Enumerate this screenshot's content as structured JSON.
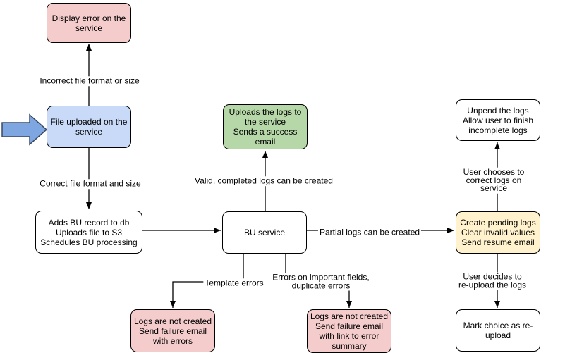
{
  "colors": {
    "pink": "#F4CCCC",
    "blue": "#C9DAF8",
    "green": "#B6D7A8",
    "yellow": "#FFF2CC",
    "white": "#FFFFFF",
    "stroke": "#000000",
    "arrow_fill": "#7EA6E0",
    "arrow_stroke": "#3A4A63"
  },
  "nodes": {
    "display_error": {
      "text": "Display error on the\nservice"
    },
    "file_uploaded": {
      "text": "File uploaded on the\nservice"
    },
    "adds_bu": {
      "text": "Adds BU record to db\nUploads file to S3\nSchedules BU processing"
    },
    "bu_service": {
      "text": "BU service"
    },
    "uploads_logs": {
      "text": "Uploads the logs to\nthe service\nSends a success\nemail"
    },
    "unpend": {
      "text": "Unpend the logs\nAllow user to finish\nincomplete logs"
    },
    "create_pending": {
      "text": "Create pending logs\nClear invalid values\nSend resume email"
    },
    "mark_choice": {
      "text": "Mark choice as re-\nupload"
    },
    "fail_template": {
      "text": "Logs are not created\nSend failure email\nwith errors"
    },
    "fail_fields": {
      "text": "Logs are not created\nSend failure email\nwith link to error\nsummary"
    }
  },
  "edge_labels": {
    "incorrect": "Incorrect file format or size",
    "correct": "Correct file format and size",
    "valid": "Valid, completed logs can be created",
    "partial": "Partial logs can be created",
    "template": "Template errors",
    "important": "Errors on important fields,\nduplicate errors",
    "user_chooses": "User chooses to correct logs on service",
    "user_decides": "User decides to re-upload the logs"
  }
}
